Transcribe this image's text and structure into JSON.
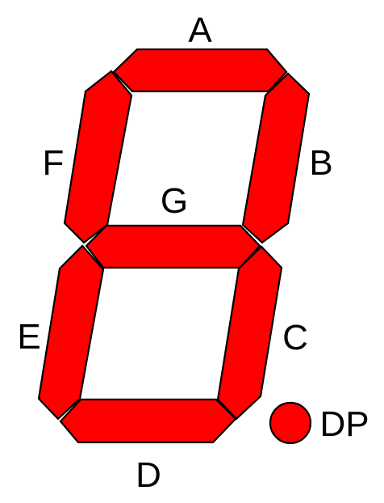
{
  "display": {
    "segment_color": "#ff0000",
    "outline_color": "#000000",
    "background_color": "#ffffff",
    "segments": [
      {
        "id": "a",
        "label": "A"
      },
      {
        "id": "b",
        "label": "B"
      },
      {
        "id": "c",
        "label": "C"
      },
      {
        "id": "d",
        "label": "D"
      },
      {
        "id": "e",
        "label": "E"
      },
      {
        "id": "f",
        "label": "F"
      },
      {
        "id": "g",
        "label": "G"
      }
    ],
    "decimal_point": {
      "label": "DP"
    }
  }
}
